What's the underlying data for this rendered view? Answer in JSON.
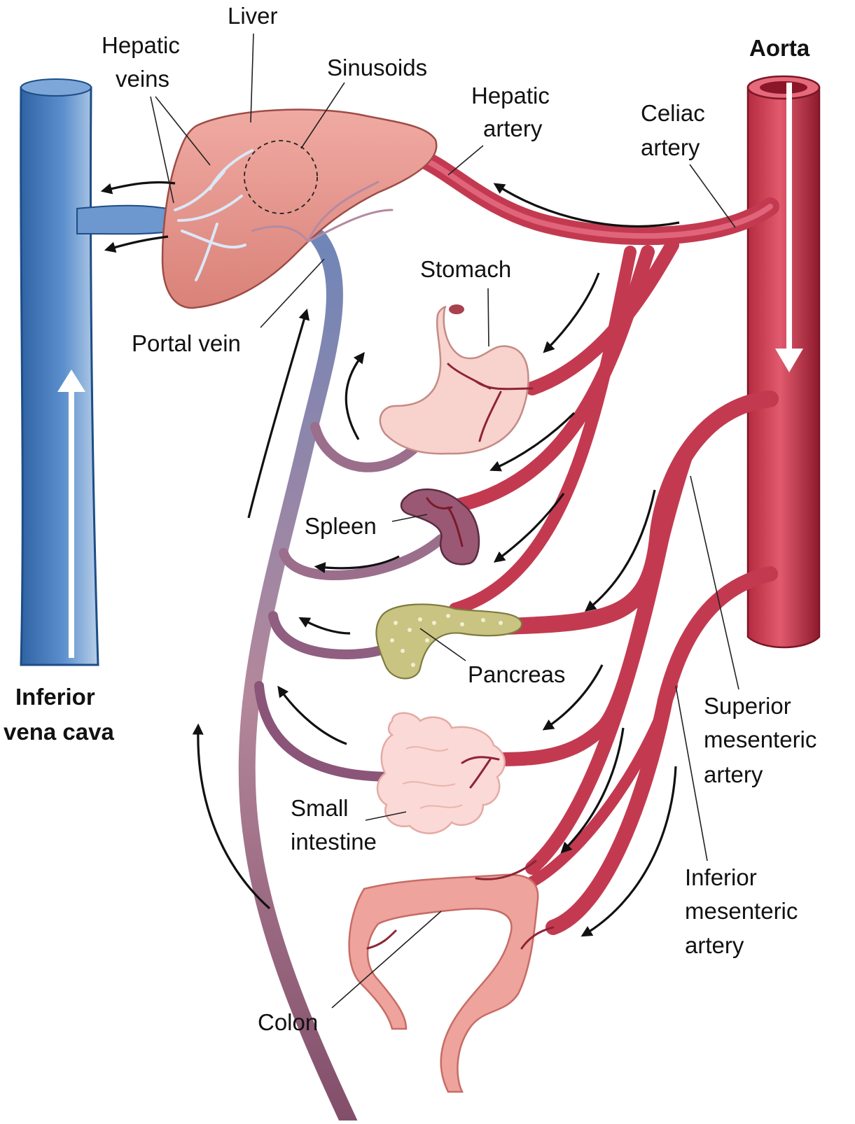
{
  "labels": {
    "liver": "Liver",
    "hepatic_veins_1": "Hepatic",
    "hepatic_veins_2": "veins",
    "sinusoids": "Sinusoids",
    "hepatic_artery_1": "Hepatic",
    "hepatic_artery_2": "artery",
    "aorta": "Aorta",
    "celiac_artery_1": "Celiac",
    "celiac_artery_2": "artery",
    "stomach": "Stomach",
    "portal_vein": "Portal vein",
    "spleen": "Spleen",
    "pancreas": "Pancreas",
    "small_intestine_1": "Small",
    "small_intestine_2": "intestine",
    "superior_mesenteric_1": "Superior",
    "superior_mesenteric_2": "mesenteric",
    "superior_mesenteric_3": "artery",
    "inferior_mesenteric_1": "Inferior",
    "inferior_mesenteric_2": "mesenteric",
    "inferior_mesenteric_3": "artery",
    "colon": "Colon",
    "ivc_1": "Inferior",
    "ivc_2": "vena cava"
  },
  "colors": {
    "vein_blue": "#3f77b5",
    "artery_red": "#c8324a",
    "liver": "#e69a93",
    "portal_vein": "#8c5c7d",
    "stomach": "#f8d2cc",
    "spleen": "#8c4a64",
    "pancreas": "#c9c481",
    "intestine": "#fbd9d6",
    "colon": "#eea39c"
  }
}
